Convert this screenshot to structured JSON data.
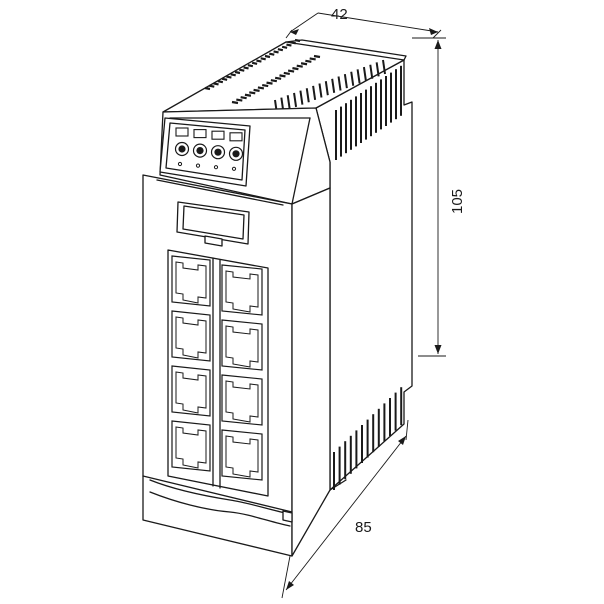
{
  "dimensions": {
    "width": "42",
    "height": "105",
    "depth": "85"
  },
  "device": {
    "port_count": 8,
    "led_count": 4
  },
  "colors": {
    "ink": "#1a1a1a",
    "background": "#ffffff"
  }
}
